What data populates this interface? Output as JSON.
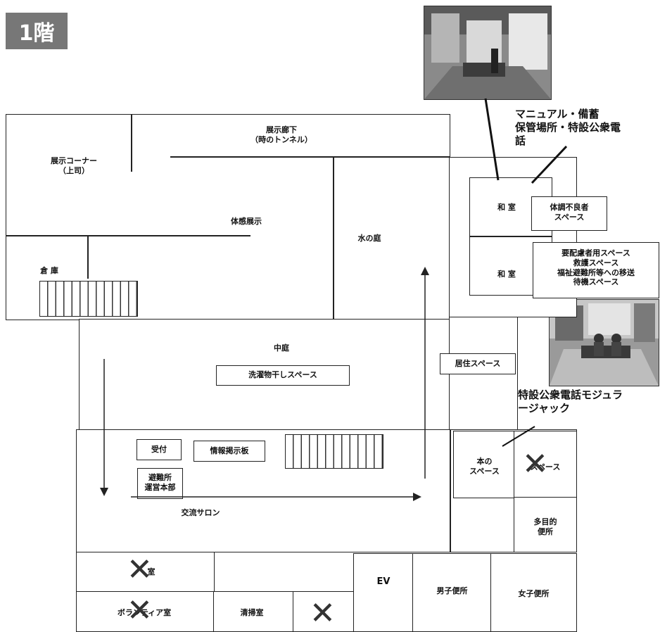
{
  "floor_label": "1階",
  "labels": {
    "exhibit_corner": "展示コーナー\n（上司）",
    "exhibit_corridor": "展示廊下\n（時のトンネル）",
    "experience_exhibit": "体感展示",
    "water_hall": "水の庭",
    "storage": "倉 庫",
    "courtyard": "中庭",
    "laundry_space": "洗濯物干しスペース",
    "washitsu_1": "和 室",
    "washitsu_2": "和 室",
    "unwell_space": "体調不良者\nスペース",
    "care_space": "要配慮者用スペース\n救護スペース\n福祉避難所等への移送\n待機スペース",
    "resident_space": "居住スペース",
    "reception": "受付",
    "info_board": "情報掲示板",
    "shelter_hq": "避難所\n運営本部",
    "exchange_salon": "交流サロン",
    "book_space": "本の\nスペース",
    "crossed_space": "スペース",
    "multi_toilet": "多目的\n便所",
    "ev": "EV",
    "mens_toilet": "男子便所",
    "womens_toilet": "女子便所",
    "crossed_room_top": "室",
    "volunteer_room": "ボランティア室",
    "cleaning_room": "清掃室"
  },
  "callouts": {
    "manual_storage": "マニュアル・備蓄\n保管場所・特設公衆電\n話",
    "phone_jack": "特設公衆電話モジュラ\nージャック"
  },
  "icons": {
    "closed_marker": "x-mark-icon"
  }
}
